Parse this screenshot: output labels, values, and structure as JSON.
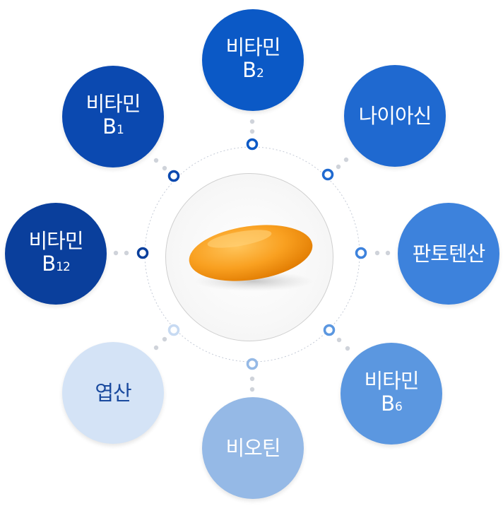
{
  "nodes": [
    {
      "id": "vitamin-b2",
      "line1": "비타민",
      "letter": "B",
      "sub": "2",
      "color": "#0b59c6"
    },
    {
      "id": "niacin",
      "line1": "나이아신",
      "letter": "",
      "sub": "",
      "color": "#1f69d0"
    },
    {
      "id": "pantothenic-acid",
      "line1": "판토텐산",
      "letter": "",
      "sub": "",
      "color": "#3d82dc"
    },
    {
      "id": "vitamin-b6",
      "line1": "비타민",
      "letter": "B",
      "sub": "6",
      "color": "#5b97e0"
    },
    {
      "id": "biotin",
      "line1": "비오틴",
      "letter": "",
      "sub": "",
      "color": "#95b9e6"
    },
    {
      "id": "folic-acid",
      "line1": "엽산",
      "letter": "",
      "sub": "",
      "color": "#d4e3f6",
      "text_color": "#1a4a9e"
    },
    {
      "id": "vitamin-b12",
      "line1": "비타민",
      "letter": "B",
      "sub": "12",
      "color": "#0a3f9c"
    },
    {
      "id": "vitamin-b1",
      "line1": "비타민",
      "letter": "B",
      "sub": "1",
      "color": "#0b49b0"
    }
  ],
  "colors": {
    "orbit": "#bfc7d6",
    "connector_dot": "#cfd3da",
    "pill_light": "#ffb13a",
    "pill_dark": "#f08a00"
  }
}
